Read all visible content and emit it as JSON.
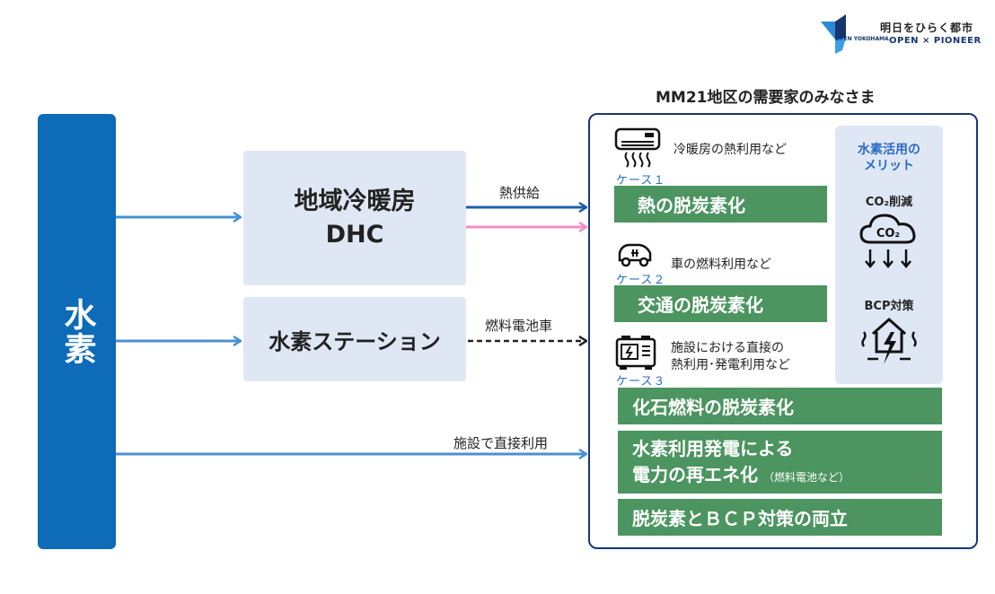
{
  "header": {
    "logo": {
      "icon": "open-yokohama-logo-icon",
      "small_text": "OPEN YOKOHAMA"
    },
    "tagline_jp": "明日をひらく都市",
    "tagline_en": "OPEN × PIONEER"
  },
  "source": {
    "label": "水素"
  },
  "intermediaries": {
    "dhc": {
      "line1": "地域冷暖房",
      "line2": "DHC"
    },
    "station": {
      "label": "水素ステーション"
    }
  },
  "flows": {
    "heat_supply": "熱供給",
    "fuel_cell_vehicle": "燃料電池車",
    "direct_use": "施設で直接利用"
  },
  "demand": {
    "title": "MM21地区の需要家のみなさま",
    "cases": [
      {
        "label": "ケース１",
        "icon": "air-conditioner-icon",
        "use": "冷暖房の熱利用など",
        "result": "熱の脱炭素化"
      },
      {
        "label": "ケース２",
        "icon": "car-icon",
        "use": "車の燃料利用など",
        "result": "交通の脱炭素化"
      },
      {
        "label": "ケース３",
        "icon": "generator-icon",
        "use_line1": "施設における直接の",
        "use_line2": "熱利用･発電利用など",
        "results": [
          {
            "text": "化石燃料の脱炭素化"
          },
          {
            "line1": "水素利用発電による",
            "line2": "電力の再エネ化",
            "note": "（燃料電池など）"
          },
          {
            "text": "脱炭素とＢＣＰ対策の両立"
          }
        ]
      }
    ],
    "merit": {
      "title_line1": "水素活用の",
      "title_line2": "メリット",
      "items": [
        {
          "label": "CO₂削減",
          "icon": "co2-reduction-icon",
          "cloud_text": "CO₂"
        },
        {
          "label": "BCP対策",
          "icon": "disaster-house-icon"
        }
      ]
    }
  },
  "colors": {
    "primary_blue": "#0e6bb8",
    "arrow_blue": "#4a90d0",
    "heat_arrow_blue": "#1c5fb0",
    "pink_arrow": "#f08cc8",
    "green": "#4c9460",
    "box_fill": "#dfe7f4",
    "frame_navy": "#16367c"
  }
}
